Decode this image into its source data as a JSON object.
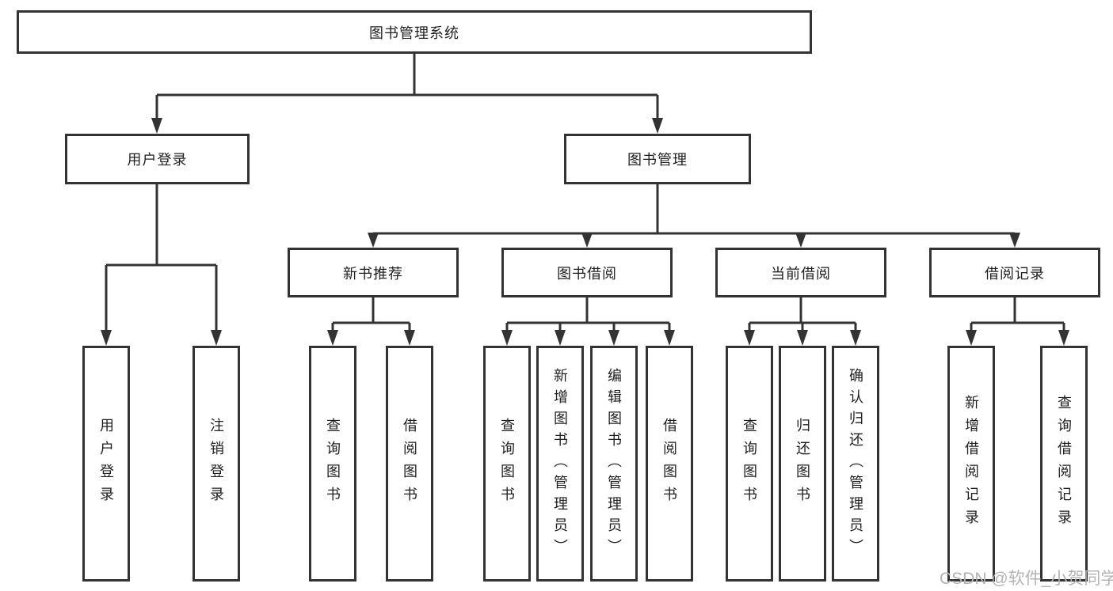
{
  "diagram": {
    "root": {
      "label": "图书管理系统"
    },
    "level2": [
      {
        "label": "用户登录"
      },
      {
        "label": "图书管理"
      }
    ],
    "level3": [
      {
        "label": "新书推荐"
      },
      {
        "label": "图书借阅"
      },
      {
        "label": "当前借阅"
      },
      {
        "label": "借阅记录"
      }
    ],
    "leaves": {
      "user_login": [
        "用户登录",
        "注销登录"
      ],
      "new_books": [
        "查询图书",
        "借阅图书"
      ],
      "book_borrow": [
        "查询图书",
        "新增图书（管理员）",
        "编辑图书（管理员）",
        "借阅图书"
      ],
      "current_borrow": [
        "查询图书",
        "归还图书",
        "确认归还（管理员）"
      ],
      "borrow_records": [
        "新增借阅记录",
        "查询借阅记录"
      ]
    }
  },
  "watermark": "CSDN @软件_小贺同学",
  "colors": {
    "line": "#333333",
    "text": "#1f1f1f",
    "watermark": "#b3b3b3",
    "background": "#ffffff"
  }
}
